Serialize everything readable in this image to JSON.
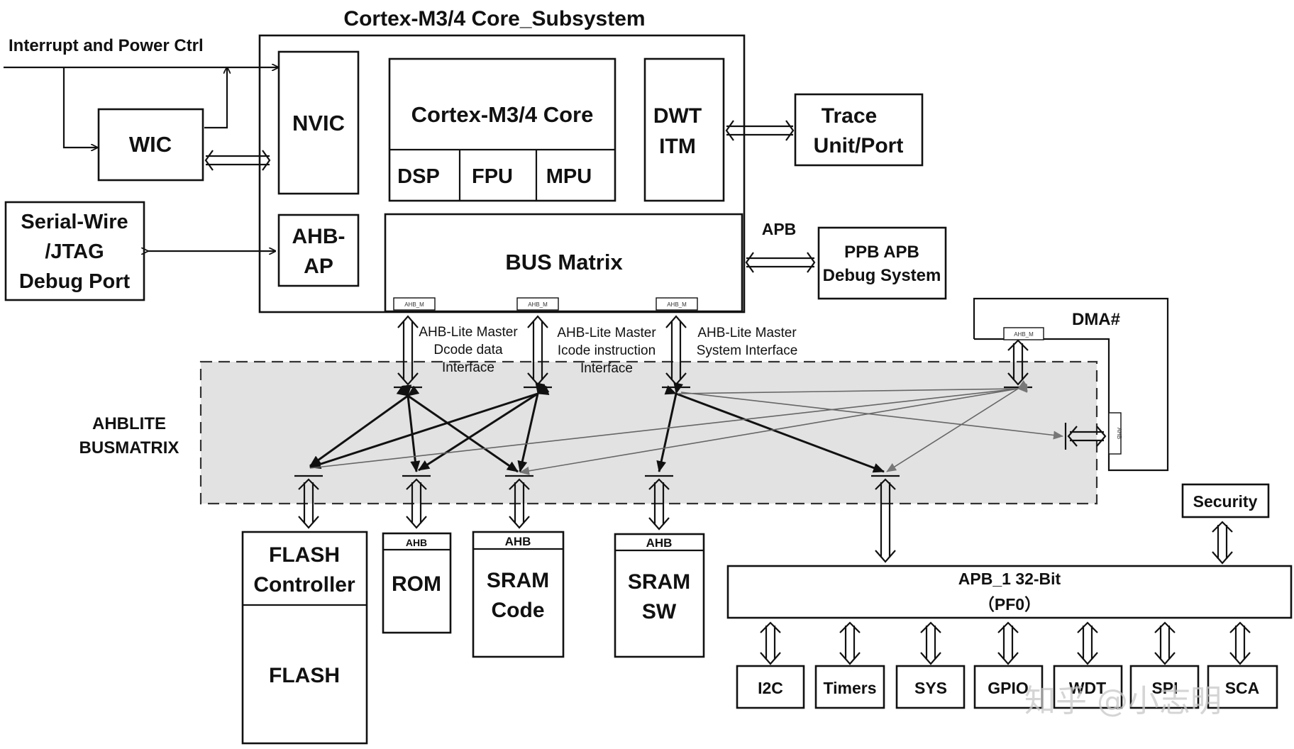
{
  "title": "Cortex-M3/4 Core_Subsystem",
  "interrupt_label": "Interrupt and Power Ctrl",
  "blocks": {
    "wic": "WIC",
    "nvic": "NVIC",
    "ahb_ap": [
      "AHB-",
      "AP"
    ],
    "core": "Cortex-M3/4 Core",
    "dsp": "DSP",
    "fpu": "FPU",
    "mpu": "MPU",
    "dwt_itm": [
      "DWT",
      "ITM"
    ],
    "trace": [
      "Trace",
      "Unit/Port"
    ],
    "debug_port": [
      "Serial-Wire",
      "/JTAG",
      "Debug Port"
    ],
    "bus_matrix": "BUS Matrix",
    "apb_label": "APB",
    "ppb": [
      "PPB APB",
      "Debug System"
    ],
    "dma": "DMA#",
    "busmatrix_label": [
      "AHBLITE",
      "BUSMATRIX"
    ],
    "flash_controller": [
      "FLASH",
      "Controller"
    ],
    "flash": "FLASH",
    "rom_tag": "AHB",
    "rom": "ROM",
    "sram_code_tag": "AHB",
    "sram_code": [
      "SRAM",
      "Code"
    ],
    "sram_sw_tag": "AHB",
    "sram_sw": [
      "SRAM",
      "SW"
    ],
    "security": "Security",
    "apb1": [
      "APB_1 32-Bit",
      "（PF0）"
    ]
  },
  "interfaces": {
    "dcode": [
      "AHB-Lite Master",
      "Dcode data",
      "Interface"
    ],
    "icode": [
      "AHB-Lite Master",
      "Icode instruction",
      "Interface"
    ],
    "system": [
      "AHB-Lite Master",
      "System Interface"
    ]
  },
  "port_tags": [
    "AHB_M",
    "AHB_M",
    "AHB_M",
    "AHB_M",
    "AHB"
  ],
  "peripherals": [
    "I2C",
    "Timers",
    "SYS",
    "GPIO",
    "WDT",
    "SPI",
    "SCA"
  ],
  "watermark": "知乎 @小志明"
}
